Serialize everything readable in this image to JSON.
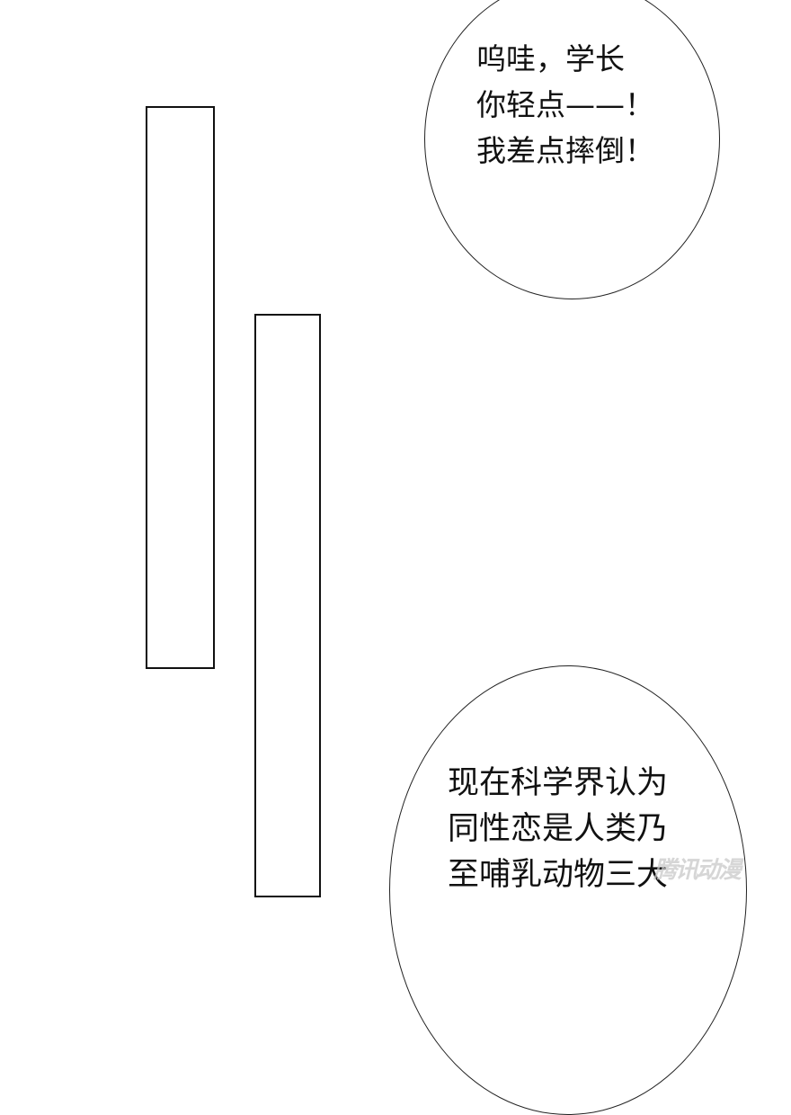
{
  "bubble_top": {
    "lines": [
      "呜哇，学长",
      "你轻点——！",
      "我差点摔倒！"
    ]
  },
  "bubble_bottom": {
    "lines": [
      "现在科学界认为",
      "同性恋是人类乃",
      "至哺乳动物三大",
      ""
    ]
  },
  "watermark": "腾讯动漫"
}
